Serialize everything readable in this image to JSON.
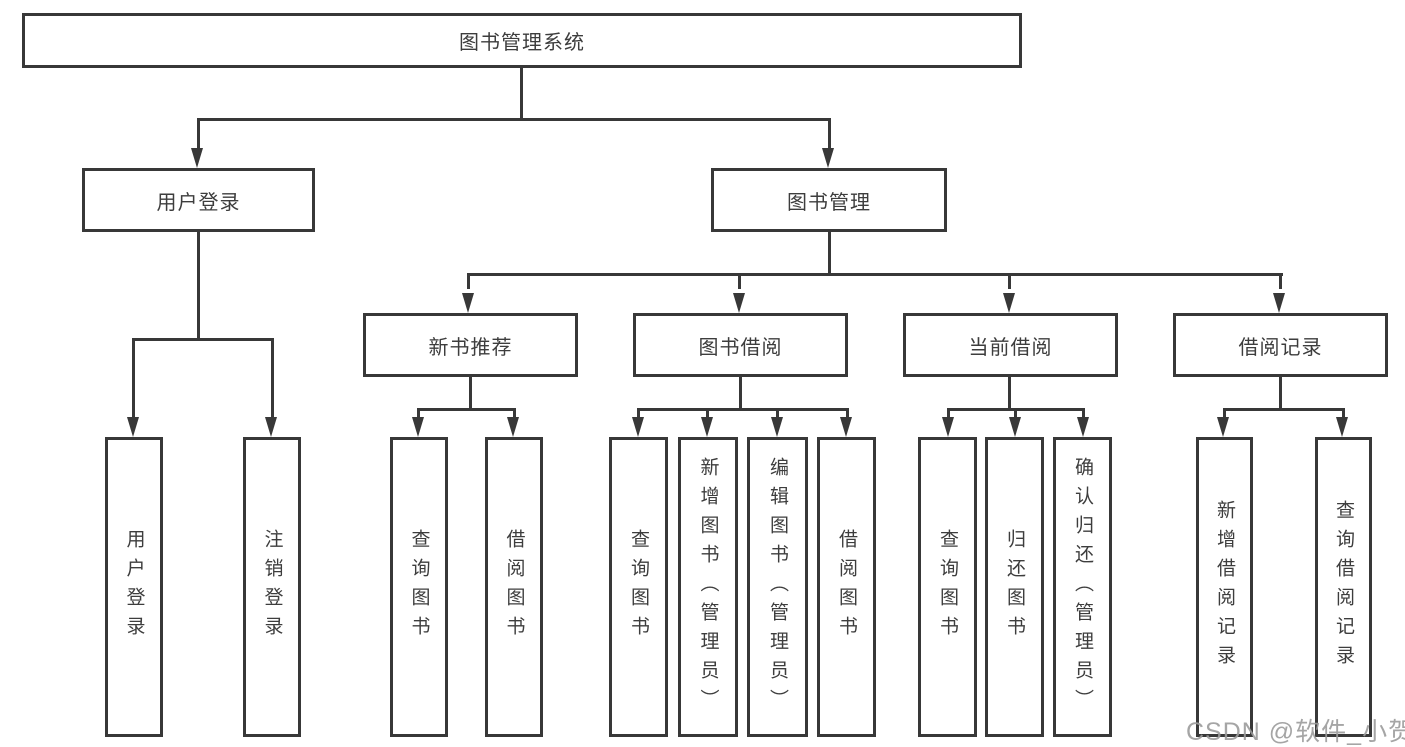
{
  "diagram": {
    "root": {
      "label": "图书管理系统",
      "children": [
        {
          "label": "用户登录",
          "children": [
            {
              "label": "用户登录"
            },
            {
              "label": "注销登录"
            }
          ]
        },
        {
          "label": "图书管理",
          "children": [
            {
              "label": "新书推荐",
              "children": [
                {
                  "label": "查询图书"
                },
                {
                  "label": "借阅图书"
                }
              ]
            },
            {
              "label": "图书借阅",
              "children": [
                {
                  "label": "查询图书"
                },
                {
                  "label": "新增图书（管理员）"
                },
                {
                  "label": "编辑图书（管理员）"
                },
                {
                  "label": "借阅图书"
                }
              ]
            },
            {
              "label": "当前借阅",
              "children": [
                {
                  "label": "查询图书"
                },
                {
                  "label": "归还图书"
                },
                {
                  "label": "确认归还（管理员）"
                }
              ]
            },
            {
              "label": "借阅记录",
              "children": [
                {
                  "label": "新增借阅记录"
                },
                {
                  "label": "查询借阅记录"
                }
              ]
            }
          ]
        }
      ]
    }
  },
  "watermark": {
    "text": "CSDN @软件_小贺同学"
  },
  "colors": {
    "line": "#383838",
    "text": "#3d3d3d",
    "watermark": "#9c9c9c",
    "background": "#ffffff"
  }
}
